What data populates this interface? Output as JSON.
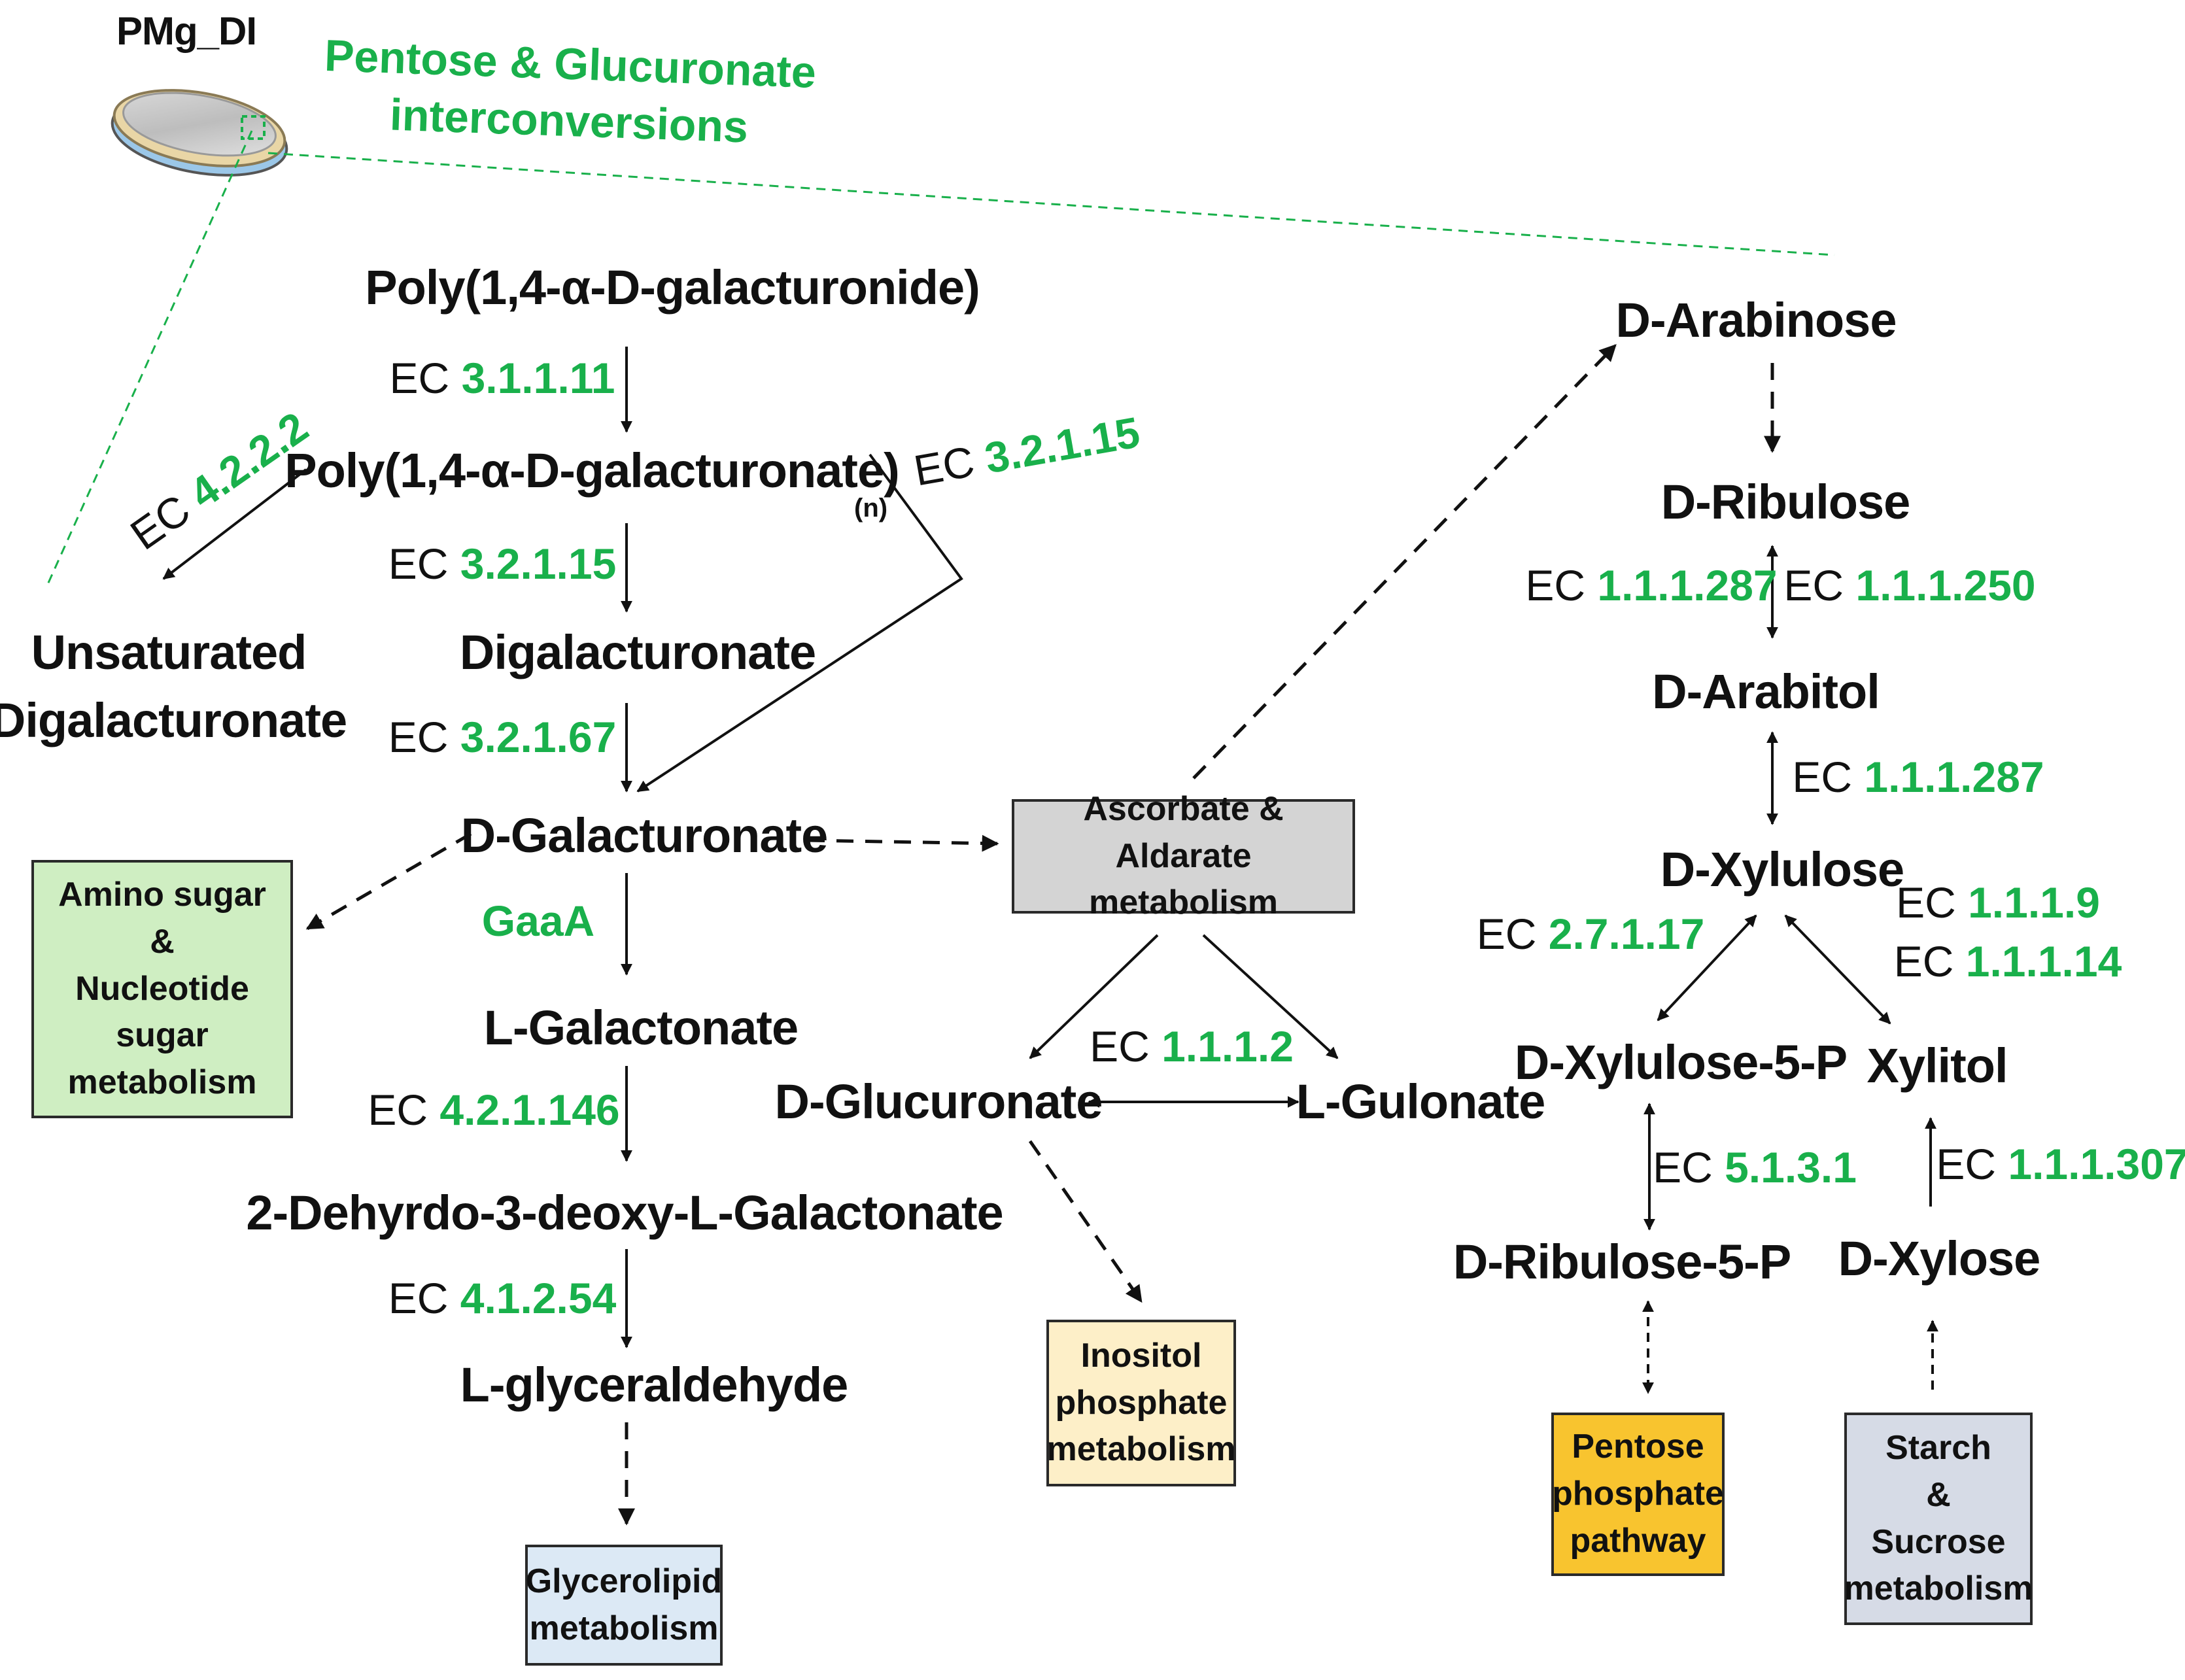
{
  "header": {
    "sample_label": "PMg_DI",
    "title_line1": "Pentose & Glucuronate",
    "title_line2": "interconversions"
  },
  "compounds": {
    "polygalacturonide": "Poly(1,4-α-D-galacturonide)",
    "polygalacturonate": "Poly(1,4-α-D-galacturonate)",
    "polygalacturonate_subscript": "(n)",
    "unsat_line1": "Unsaturated",
    "unsat_line2": "Digalacturonate",
    "digalacturonate": "Digalacturonate",
    "d_galacturonate": "D-Galacturonate",
    "l_galactonate": "L-Galactonate",
    "dehydro": "2-Dehyrdo-3-deoxy-L-Galactonate",
    "l_glyceraldehyde": "L-glyceraldehyde",
    "d_glucuronate": "D-Glucuronate",
    "l_gulonate": "L-Gulonate",
    "d_arabinose": "D-Arabinose",
    "d_ribulose": "D-Ribulose",
    "d_arabitol": "D-Arabitol",
    "d_xylulose": "D-Xylulose",
    "d_xylulose_5p": "D-Xylulose-5-P",
    "xylitol": "Xylitol",
    "d_ribulose_5p": "D-Ribulose-5-P",
    "d_xylose": "D-Xylose"
  },
  "enzymes": {
    "prefix": "EC",
    "e_3_1_1_11": "3.1.1.11",
    "e_4_2_2_2": "4.2.2.2",
    "e_3_2_1_15_side": "3.2.1.15",
    "e_3_2_1_15": "3.2.1.15",
    "e_3_2_1_67": "3.2.1.67",
    "gaaA": "GaaA",
    "e_4_2_1_146": "4.2.1.146",
    "e_4_1_2_54": "4.1.2.54",
    "e_1_1_1_2": "1.1.1.2",
    "e_1_1_1_287_a": "1.1.1.287",
    "e_1_1_1_250": "1.1.1.250",
    "e_1_1_1_287_b": "1.1.1.287",
    "e_2_7_1_17": "2.7.1.17",
    "e_1_1_1_9": "1.1.1.9",
    "e_1_1_1_14": "1.1.1.14",
    "e_5_1_3_1": "5.1.3.1",
    "e_1_1_1_307": "1.1.1.307"
  },
  "pathway_boxes": {
    "amino_sugar": [
      "Amino sugar",
      "&",
      "Nucleotide",
      "sugar",
      "metabolism"
    ],
    "ascorbate": [
      "Ascorbate & Aldarate",
      "metabolism"
    ],
    "inositol": [
      "Inositol",
      "phosphate",
      "metabolism"
    ],
    "glycerolipid": [
      "Glycerolipid",
      "metabolism"
    ],
    "pentose_phosphate": [
      "Pentose",
      "phosphate",
      "pathway"
    ],
    "starch": [
      "Starch",
      "&",
      "Sucrose",
      "metabolism"
    ]
  },
  "colors": {
    "enzyme_green": "#19b04b",
    "amino_sugar_box": "#cfeec2",
    "ascorbate_box": "#d4d4d4",
    "inositol_box": "#fdefc8",
    "glycerolipid_box": "#dce9f5",
    "pentose_phosphate_box": "#f8c42f",
    "starch_box": "#d6dbe6"
  }
}
